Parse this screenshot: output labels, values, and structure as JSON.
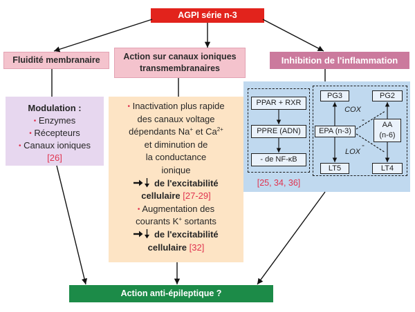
{
  "root": {
    "label": "AGPI série n-3"
  },
  "membrane": {
    "title": "Fluidité membranaire",
    "heading": "Modulation :",
    "items": [
      "Enzymes",
      "Récepteurs",
      "Canaux ioniques"
    ],
    "ref": "[26]"
  },
  "ion_channels": {
    "title": [
      "Action sur canaux ioniques",
      "transmembranaires"
    ],
    "inactivation": {
      "lines": [
        "Inactivation plus rapide",
        "des canaux voltage"
      ],
      "ions_pre": "dépendants Na",
      "ions_sup1": "+",
      "ions_mid": " et Ca",
      "ions_sup2": "2+",
      "lines_after": [
        "et diminution de",
        "la conductance",
        "ionique"
      ],
      "effect": "de l'excitabilité",
      "effect_cont": "cellulaire",
      "ref": "[27-29]"
    },
    "potassium": {
      "line": "Augmentation des",
      "k_pre": "courants K",
      "k_sup": "+",
      "k_post": " sortants",
      "effect": "de l'excitabilité",
      "effect_cont": "cellulaire",
      "ref": "[32]"
    }
  },
  "inflammation": {
    "title": "Inhibition de l'inflammation",
    "nuclear_pathway": [
      "PPAR + RXR",
      "PPRE (ADN)",
      "- de NF-κB"
    ],
    "ref": "[25, 34, 36]",
    "eicosanoids": {
      "pg3": "PG3",
      "pg2": "PG2",
      "cox": "COX",
      "epa": "EPA (n-3)",
      "aa": "AA",
      "aa_series": "(n-6)",
      "lox": "LOX",
      "lt5": "LT5",
      "lt4": "LT4",
      "inhibition_sign": "-"
    }
  },
  "outcome": {
    "label": "Action anti-épileptique ?"
  },
  "symbols": {
    "bullet": "•"
  },
  "icons": {
    "effect_marker": [
      "right-arrow-icon",
      "down-arrow-icon"
    ]
  },
  "colors": {
    "root_red": "#e2231c",
    "pink_light": "#f4c3cd",
    "pink_dark": "#cb7a9d",
    "lavender": "#e7d7ef",
    "peach": "#fde4c5",
    "blue": "#c0d9ef",
    "green": "#1c8b48",
    "reference_red": "#e0334f"
  }
}
